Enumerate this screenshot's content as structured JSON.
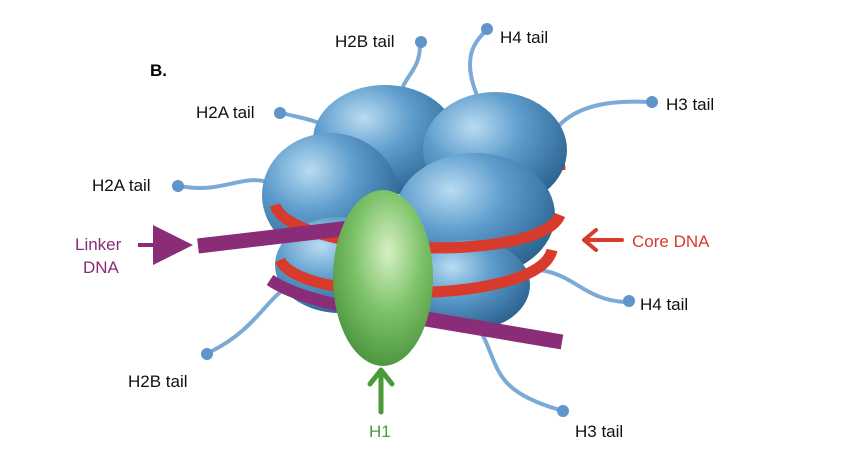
{
  "panel_label": "B.",
  "labels": {
    "h2b_tail_top": "H2B tail",
    "h4_tail_top": "H4 tail",
    "h2a_tail_upper": "H2A tail",
    "h3_tail_right": "H3 tail",
    "h2a_tail_left": "H2A tail",
    "linker_dna_line1": "Linker",
    "linker_dna_line2": "DNA",
    "core_dna": "Core DNA",
    "h4_tail_right": "H4 tail",
    "h2b_tail_bottom": "H2B tail",
    "h1": "H1",
    "h3_tail_bottom": "H3 tail"
  },
  "colors": {
    "histone_blue": "#5a9ac8",
    "histone_dark": "#2f6d9c",
    "tail_blue": "#7aaad6",
    "core_dna_red": "#d83a2c",
    "linker_purple": "#8a2c78",
    "h1_green": "#5aa84a",
    "label_core_red": "#d83a2c",
    "label_linker_purple": "#8a2c78",
    "label_h1_green": "#4a9a3a"
  }
}
